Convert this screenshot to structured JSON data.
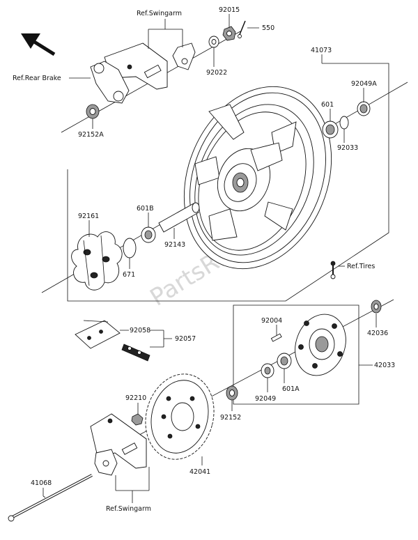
{
  "watermark": "PartsRepublik",
  "labels": {
    "ref_swingarm_top": "Ref.Swingarm",
    "p92015": "92015",
    "p550": "550",
    "ref_rear_brake": "Ref.Rear Brake",
    "p92022": "92022",
    "p41073": "41073",
    "p92049A": "92049A",
    "p601": "601",
    "p92033": "92033",
    "p92152A": "92152A",
    "p92161": "92161",
    "p601B": "601B",
    "p92143": "92143",
    "p671": "671",
    "ref_tires": "Ref.Tires",
    "p92004": "92004",
    "p42036": "42036",
    "p92058": "92058",
    "p92057": "92057",
    "p42033": "42033",
    "p601A": "601A",
    "p92049": "92049",
    "p92210": "92210",
    "p92152": "92152",
    "p41068": "41068",
    "p42041": "42041",
    "ref_swingarm_bottom": "Ref.Swingarm"
  }
}
